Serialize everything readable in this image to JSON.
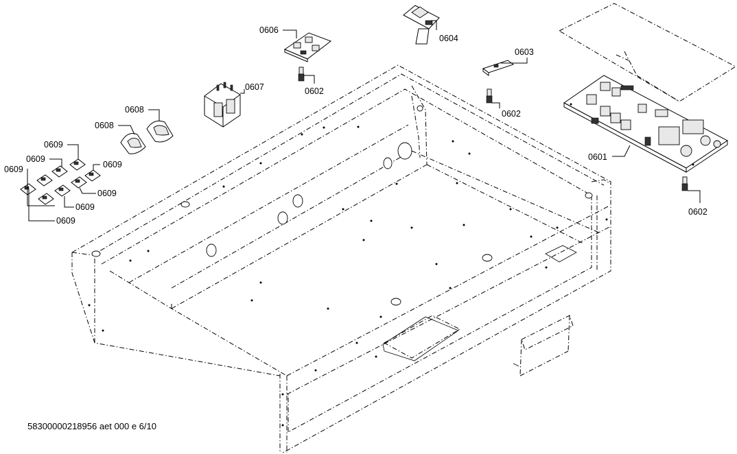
{
  "callouts": {
    "c0601": "0601",
    "c0602_a": "0602",
    "c0602_b": "0602",
    "c0602_c": "0602",
    "c0603": "0603",
    "c0604": "0604",
    "c0606": "0606",
    "c0607": "0607",
    "c0608_a": "0608",
    "c0608_b": "0608",
    "c0609_a": "0609",
    "c0609_b": "0609",
    "c0609_c": "0609",
    "c0609_d": "0609",
    "c0609_e": "0609",
    "c0609_f": "0609",
    "c0609_g": "0609"
  },
  "footer": {
    "document_id": "58300000218956 aet 000 e 6/10"
  }
}
